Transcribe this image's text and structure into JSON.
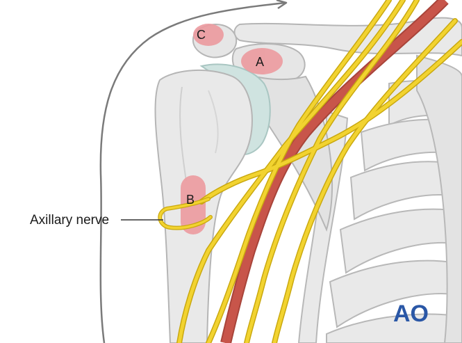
{
  "labels": {
    "zone_a": "A",
    "zone_b": "B",
    "zone_c": "C",
    "axillary_nerve": "Axillary nerve"
  },
  "logo": {
    "text": "AO"
  },
  "colors": {
    "bone_fill": "#e9e9e9",
    "bone_stroke": "#b5b5b5",
    "cartilage": "#cfe3e0",
    "nerve": "#f2d330",
    "nerve_stroke": "#c9a80f",
    "artery": "#c8554a",
    "zone_highlight": "#ec9a9f",
    "skin_outline": "#777777",
    "logo_blue": "#2a57a6"
  }
}
